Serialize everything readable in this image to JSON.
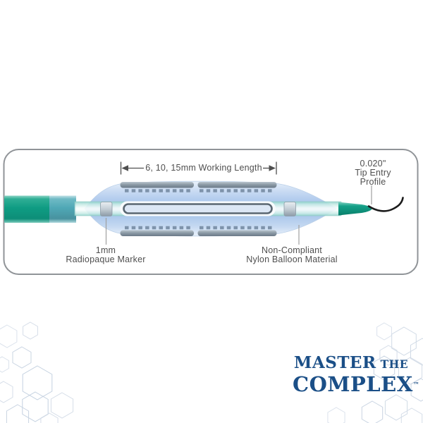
{
  "diagram": {
    "working_length_label": "6, 10, 15mm Working Length",
    "tip_profile_label": [
      "0.020\"",
      "Tip Entry",
      "Profile"
    ],
    "radiopaque_marker_label": [
      "1mm",
      "Radiopaque Marker"
    ],
    "balloon_material_label": [
      "Non-Compliant",
      "Nylon Balloon Material"
    ]
  },
  "logo": {
    "word_master": "MASTER",
    "word_the": "THE",
    "word_complex": "COMPLEX",
    "trademark": "™"
  },
  "colors": {
    "logo_navy": "#1B4F87",
    "label_text": "#4F4F4F",
    "shaft_green": "#0F9C83",
    "shaft_teal_blue": "#4FA8B6",
    "inner_shaft_teal": "#8FD2CA",
    "balloon_blue": "#A2C2E9",
    "scoring_element_gray": "#8D9BA7",
    "marker_gray": "#C3CDD5",
    "tip_wire_black": "#1C1C1C",
    "panel_border_gray": "#909498",
    "hexagon_outline": "#CBD6E3"
  }
}
